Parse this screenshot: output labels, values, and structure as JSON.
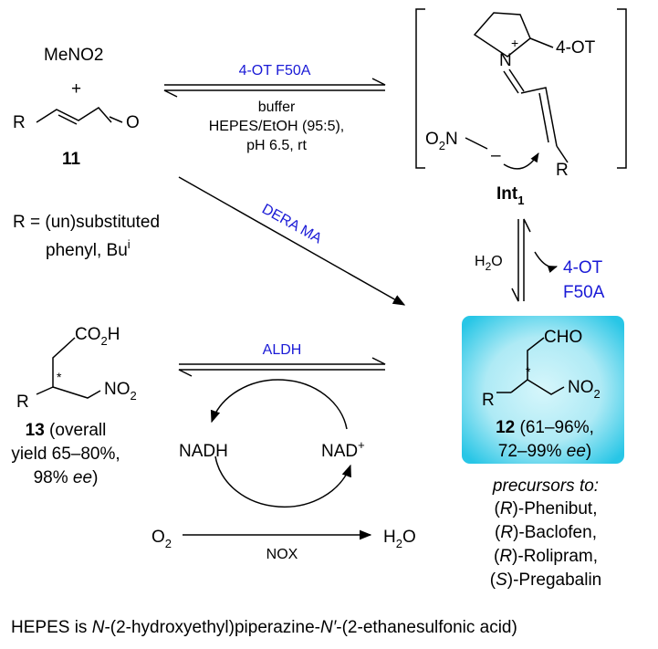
{
  "reaction": {
    "reagent_nitromethane": "MeNO2",
    "plus": "+",
    "substrate_label": "11",
    "r_definition_line1": "R = (un)substituted",
    "r_definition_line2": "phenyl, Bu",
    "r_definition_sup": "i"
  },
  "step1": {
    "catalyst": "4-OT F50A",
    "conditions_line1": "buffer",
    "conditions_line2": "HEPES/EtOH (95:5),",
    "conditions_line3": "pH 6.5, rt"
  },
  "intermediate": {
    "label": "Int",
    "label_sub": "1",
    "ring_substituent": "4-OT",
    "charge_plus": "+",
    "charge_minus": "–"
  },
  "hydrolysis": {
    "water": "H2O",
    "released_line1": "4-OT",
    "released_line2": "F50A"
  },
  "direct_route": {
    "catalyst": "DERA MA"
  },
  "product12": {
    "aldehyde_group": "CHO",
    "stereo_mark": "*",
    "label_line1": "12 (61–96%,",
    "label_line2": "72–99% ee)",
    "precursors_title": "precursors to:",
    "precursors": [
      "(R)-Phenibut,",
      "(R)-Baclofen,",
      "(R)-Rolipram,",
      "(S)-Pregabalin"
    ]
  },
  "oxidation": {
    "catalyst": "ALDH",
    "cofactor_reduced": "NADH",
    "cofactor_oxidized": "NAD",
    "cofactor_oxidized_sup": "+",
    "oxygen": "O2",
    "water": "H2O",
    "recycling_enzyme": "NOX"
  },
  "product13": {
    "acid_group": "CO2H",
    "nitro_group": "NO2",
    "r_group": "R",
    "stereo_mark": "*",
    "label_line1": "13 (overall",
    "label_line2": "yield 65–80%,",
    "label_line3": "98% ee)"
  },
  "footnote": "HEPES is N-(2-hydroxyethyl)piperazine-N′-(2-ethanesulfonic acid)",
  "colors": {
    "enzyme_text": "#1a1ad6",
    "highlight_box_center": "#d6f6fb",
    "highlight_box_edge": "#28c6e6"
  }
}
